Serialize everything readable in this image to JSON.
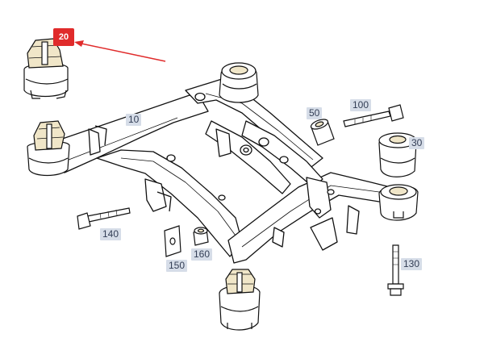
{
  "colors": {
    "highlight_label_bg": "#e02b2b",
    "label_bg": "#d6dde8",
    "label_text": "#333e55",
    "arrow": "#e02b2b",
    "part_fill": "#ffffff",
    "part_stroke": "#111111",
    "bushing_fill": "#f0e6c8"
  },
  "callouts": {
    "p20": "20",
    "p10": "10",
    "p50": "50",
    "p100": "100",
    "p30": "30",
    "p140": "140",
    "p150": "150",
    "p160": "160",
    "p130": "130"
  }
}
